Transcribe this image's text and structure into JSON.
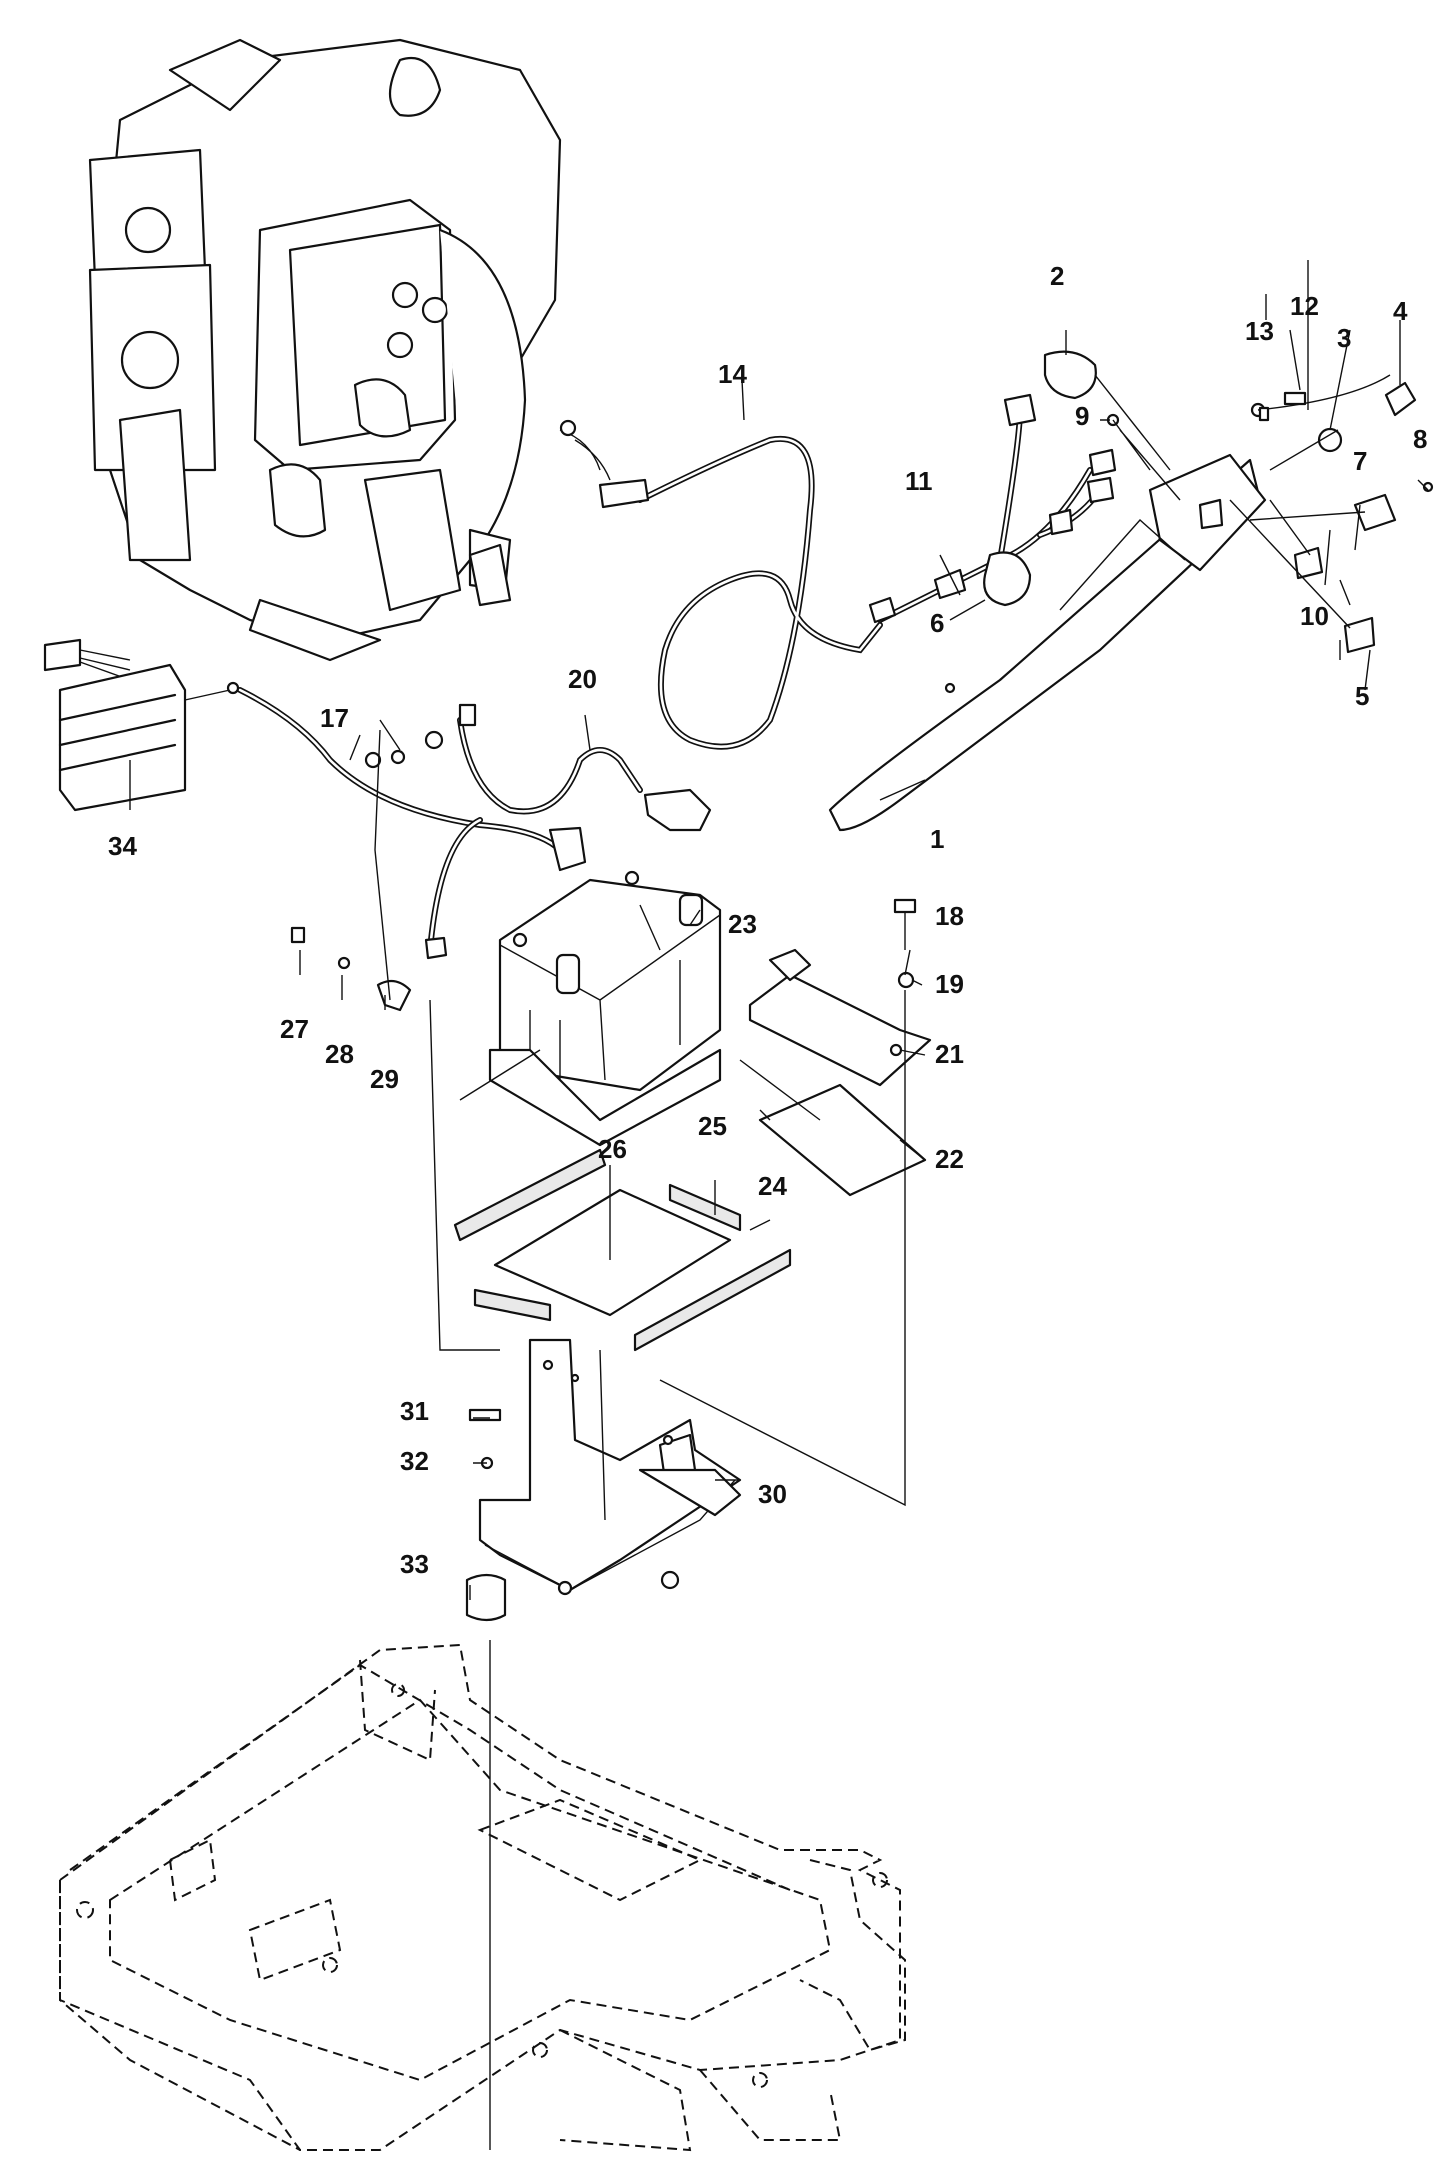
{
  "diagram": {
    "callouts": [
      {
        "id": "c1",
        "label": "1"
      },
      {
        "id": "c2",
        "label": "2"
      },
      {
        "id": "c3",
        "label": "3"
      },
      {
        "id": "c4",
        "label": "4"
      },
      {
        "id": "c5",
        "label": "5"
      },
      {
        "id": "c6",
        "label": "6"
      },
      {
        "id": "c7",
        "label": "7"
      },
      {
        "id": "c8",
        "label": "8"
      },
      {
        "id": "c9",
        "label": "9"
      },
      {
        "id": "c10",
        "label": "10"
      },
      {
        "id": "c11",
        "label": "11"
      },
      {
        "id": "c12",
        "label": "12"
      },
      {
        "id": "c13",
        "label": "13"
      },
      {
        "id": "c14",
        "label": "14"
      },
      {
        "id": "c17",
        "label": "17"
      },
      {
        "id": "c18",
        "label": "18"
      },
      {
        "id": "c19",
        "label": "19"
      },
      {
        "id": "c20",
        "label": "20"
      },
      {
        "id": "c21",
        "label": "21"
      },
      {
        "id": "c22",
        "label": "22"
      },
      {
        "id": "c23",
        "label": "23"
      },
      {
        "id": "c24",
        "label": "24"
      },
      {
        "id": "c25",
        "label": "25"
      },
      {
        "id": "c26",
        "label": "26"
      },
      {
        "id": "c27",
        "label": "27"
      },
      {
        "id": "c28",
        "label": "28"
      },
      {
        "id": "c29",
        "label": "29"
      },
      {
        "id": "c30",
        "label": "30"
      },
      {
        "id": "c31",
        "label": "31"
      },
      {
        "id": "c32",
        "label": "32"
      },
      {
        "id": "c33",
        "label": "33"
      },
      {
        "id": "c34",
        "label": "34"
      }
    ]
  }
}
